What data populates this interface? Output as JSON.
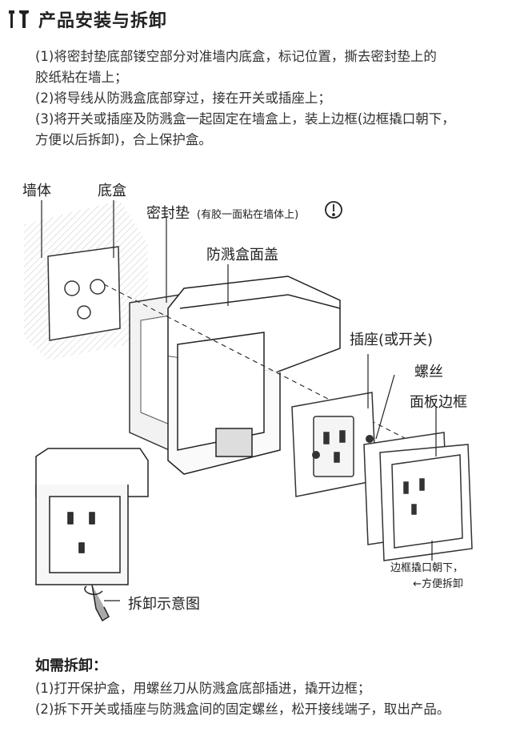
{
  "header": {
    "title": "产品安装与拆卸",
    "icon": "tools-icon"
  },
  "install_steps": [
    "(1)将密封垫底部镂空部分对准墙内底盒，标记位置，撕去密封垫上的",
    "胶纸粘在墙上；",
    "(2)将导线从防溅盒底部穿过，接在开关或插座上；",
    "(3)将开关或插座及防溅盒一起固定在墙盒上，装上边框(边框撬口朝下，",
    "方便以后拆卸)，合上保护盒。"
  ],
  "diagram_labels": {
    "wall": "墙体",
    "box": "底盒",
    "gasket": "密封垫",
    "gasket_note": "(有胶一面粘在墙体上)",
    "cover": "防溅盒面盖",
    "socket": "插座(或开关)",
    "screw": "螺丝",
    "frame": "面板边框",
    "disassembly": "拆卸示意图",
    "frame_note_1": "边框撬口朝下，",
    "frame_note_2": "←方便拆卸"
  },
  "removal": {
    "title": "如需拆卸：",
    "steps": [
      "(1)打开保护盒，用螺丝刀从防溅盒底部插进，撬开边框；",
      "(2)拆下开关或插座与防溅盒间的固定螺丝，松开接线端子，取出产品。"
    ]
  }
}
